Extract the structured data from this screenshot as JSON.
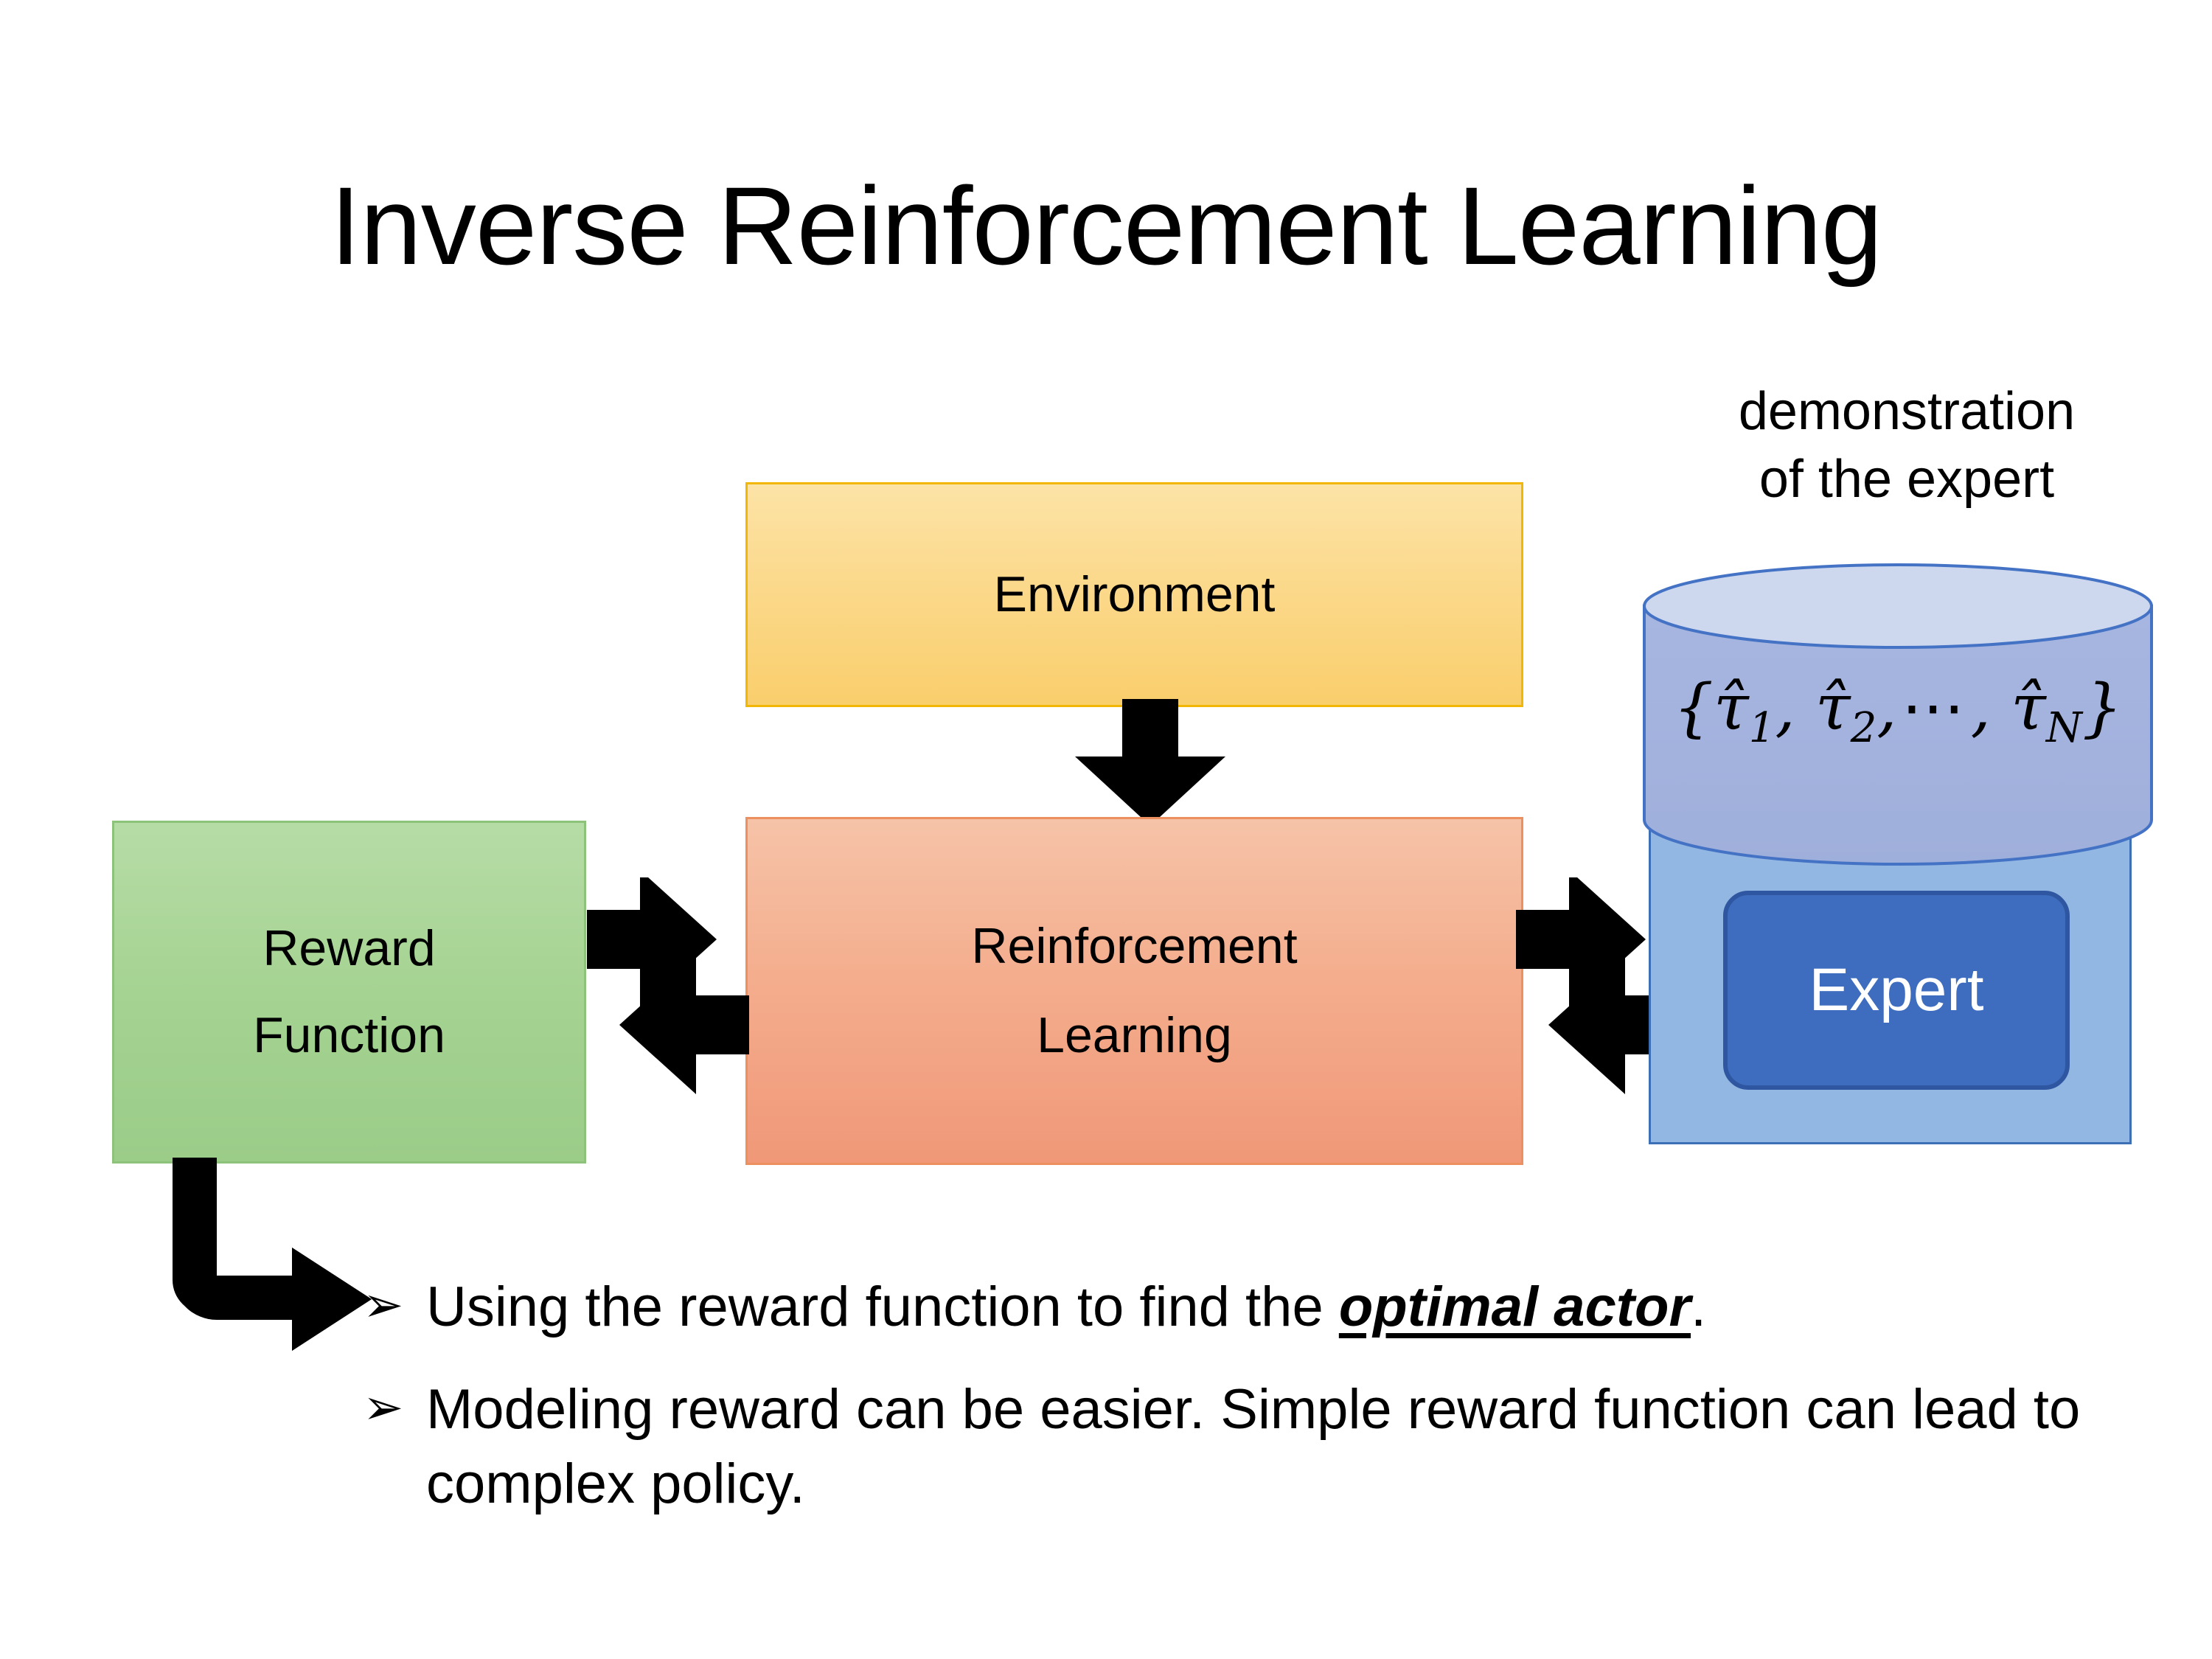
{
  "slide": {
    "title": "Inverse Reinforcement Learning",
    "background": "#FFFFFF"
  },
  "diagram": {
    "environment": {
      "label": "Environment",
      "fill": "#FBD786",
      "border": "#F2B705"
    },
    "reinforcement_learning": {
      "label_line1": "Reinforcement",
      "label_line2": "Learning",
      "fill": "#F4AE8E",
      "border": "#ED9060"
    },
    "reward_function": {
      "label_line1": "Reward",
      "label_line2": "Function",
      "fill": "#A5D392",
      "border": "#8CC279"
    },
    "expert_group": {
      "caption_line1": "demonstration",
      "caption_line2": "of the expert",
      "panel_fill": "#92B7E3",
      "panel_border": "#3C6FB4",
      "cylinder_body_fill": "#A3B3DE",
      "cylinder_top_fill": "#CDD8EF",
      "cylinder_border": "#4472C4",
      "trajectory_set": {
        "open_brace": "{",
        "items": [
          "τ̂1",
          "τ̂2",
          "τ̂N"
        ],
        "tau_hat": "τ̂",
        "sub_1": "1",
        "sub_2": "2",
        "sub_N": "N",
        "comma": ",",
        "ellipsis": "⋯",
        "close_brace": "}"
      },
      "expert_button": {
        "label": "Expert",
        "fill": "#3E6DBF",
        "border": "#2F56A0",
        "text_color": "#FFFFFF"
      }
    },
    "connectors": [
      {
        "name": "environment-to-rl",
        "icon": "down-arrow-icon",
        "color": "#000000"
      },
      {
        "name": "reward-rl-bidirectional",
        "icon": "double-arrow-icon",
        "color": "#000000"
      },
      {
        "name": "rl-expert-bidirectional",
        "icon": "double-arrow-icon",
        "color": "#000000"
      },
      {
        "name": "reward-to-notes",
        "icon": "elbow-arrow-icon",
        "color": "#000000"
      }
    ]
  },
  "notes": {
    "bullet_marker": "➢",
    "items": [
      {
        "prefix": "Using the reward function to find the ",
        "emphasis": "optimal actor",
        "suffix": "."
      },
      {
        "prefix": "Modeling reward can be easier. Simple reward function can lead to complex policy.",
        "emphasis": "",
        "suffix": ""
      }
    ]
  }
}
